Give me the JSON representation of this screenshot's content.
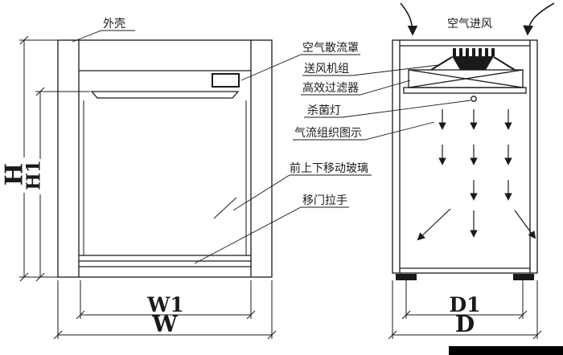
{
  "labels": {
    "outer_shell": "外壳",
    "air_inlet": "空气进风",
    "air_diffuser": "空气散流罩",
    "fan_unit": "送风机组",
    "hepa_filter": "高效过滤器",
    "germicidal_lamp": "杀菌灯",
    "airflow_pattern": "气流组织图示",
    "front_sliding_glass": "前上下移动玻璃",
    "door_handle": "移门拉手"
  },
  "dimensions": {
    "H": "H",
    "H1": "H1",
    "W1": "W1",
    "W": "W",
    "D1": "D1",
    "D": "D"
  },
  "colors": {
    "line": "#1a1a1a",
    "background": "#ffffff"
  }
}
